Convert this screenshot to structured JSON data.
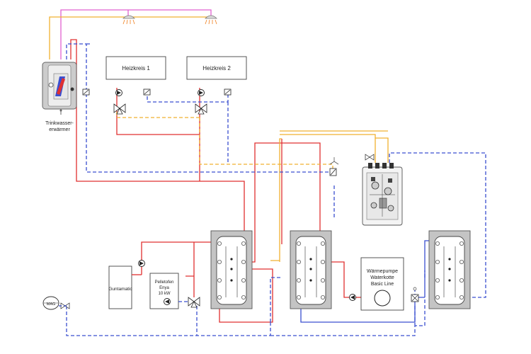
{
  "labels": {
    "heizkreis_1": "Heizkreis 1",
    "heizkreis_2": "Heizkreis 2",
    "trinkwasser_line1": "Trinkwasser-",
    "trinkwasser_line2": "erwärmer",
    "guntamatic": "Guntamatic",
    "pelletofen_line1": "Pelletofen",
    "pelletofen_line2": "Enya",
    "pelletofen_line3": "10 kW",
    "waermepumpe_line1": "Wärmepumpe",
    "waermepumpe_line2": "Waterkotte",
    "waermepumpe_line3": "Basic Line",
    "mag": "MAG"
  },
  "colors": {
    "hot": "#e03030",
    "cold": "#3a4fd0",
    "warm": "#f0b030",
    "pink": "#e060d0",
    "tank": "#bdbdbd"
  }
}
